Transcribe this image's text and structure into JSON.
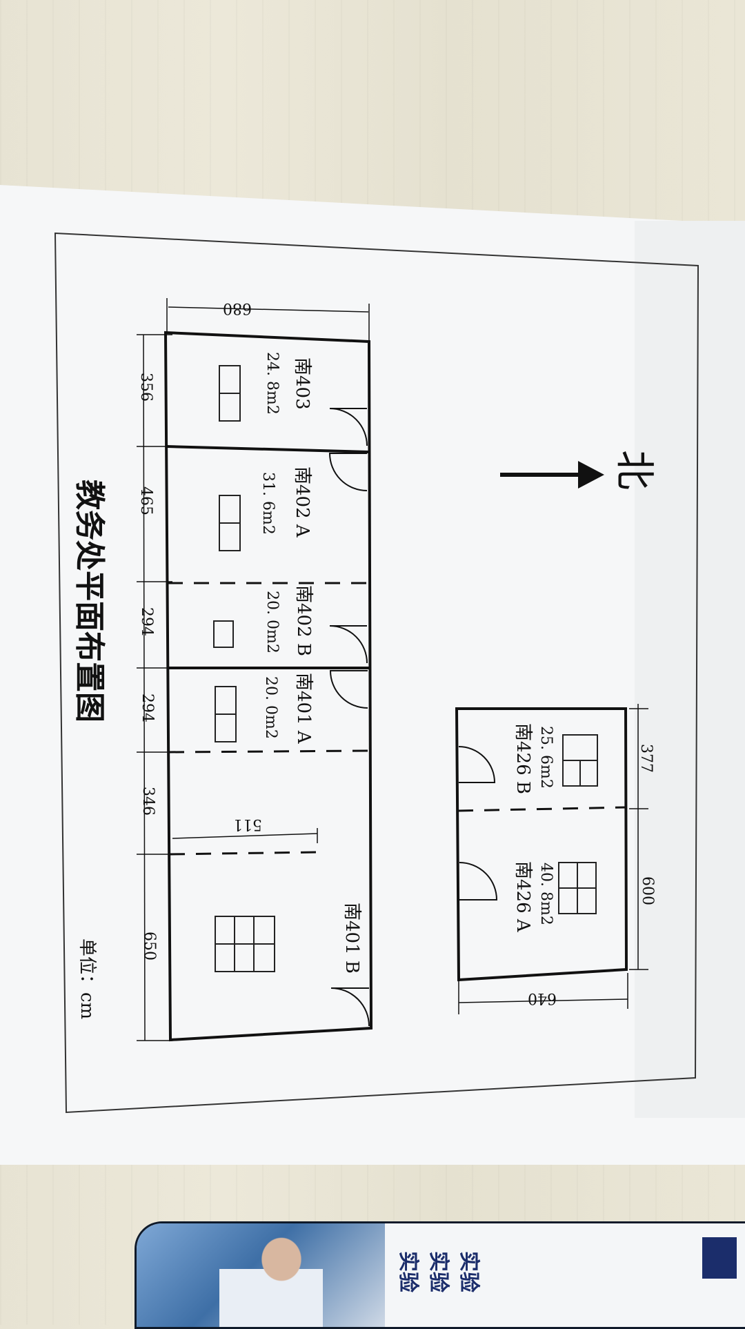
{
  "title": "教务处平面布置图",
  "unit_label": "单位：cm",
  "north_label": "北",
  "rooms": {
    "s403": {
      "name": "南403",
      "area": "24. 8m2"
    },
    "s402a": {
      "name": "南402 A",
      "area": "31. 6m2"
    },
    "s402b": {
      "name": "南402 B",
      "area": "20. 0m2"
    },
    "s401a": {
      "name": "南401 A",
      "area": "20. 0m2"
    },
    "s401b": {
      "name": "南401 B"
    },
    "s426b": {
      "name": "南426 B",
      "area": "25. 6m2"
    },
    "s426a": {
      "name": "南426 A",
      "area": "40. 8m2"
    }
  },
  "dimensions": {
    "top_width": "680",
    "seg1": "356",
    "seg2": "465",
    "seg3": "294",
    "seg4": "294",
    "seg5": "346",
    "seg6": "650",
    "inner": "511",
    "r426_width": "640",
    "r426b_len": "377",
    "r426a_len": "600"
  },
  "booklet_text": [
    "实验",
    "实验",
    "实验"
  ]
}
